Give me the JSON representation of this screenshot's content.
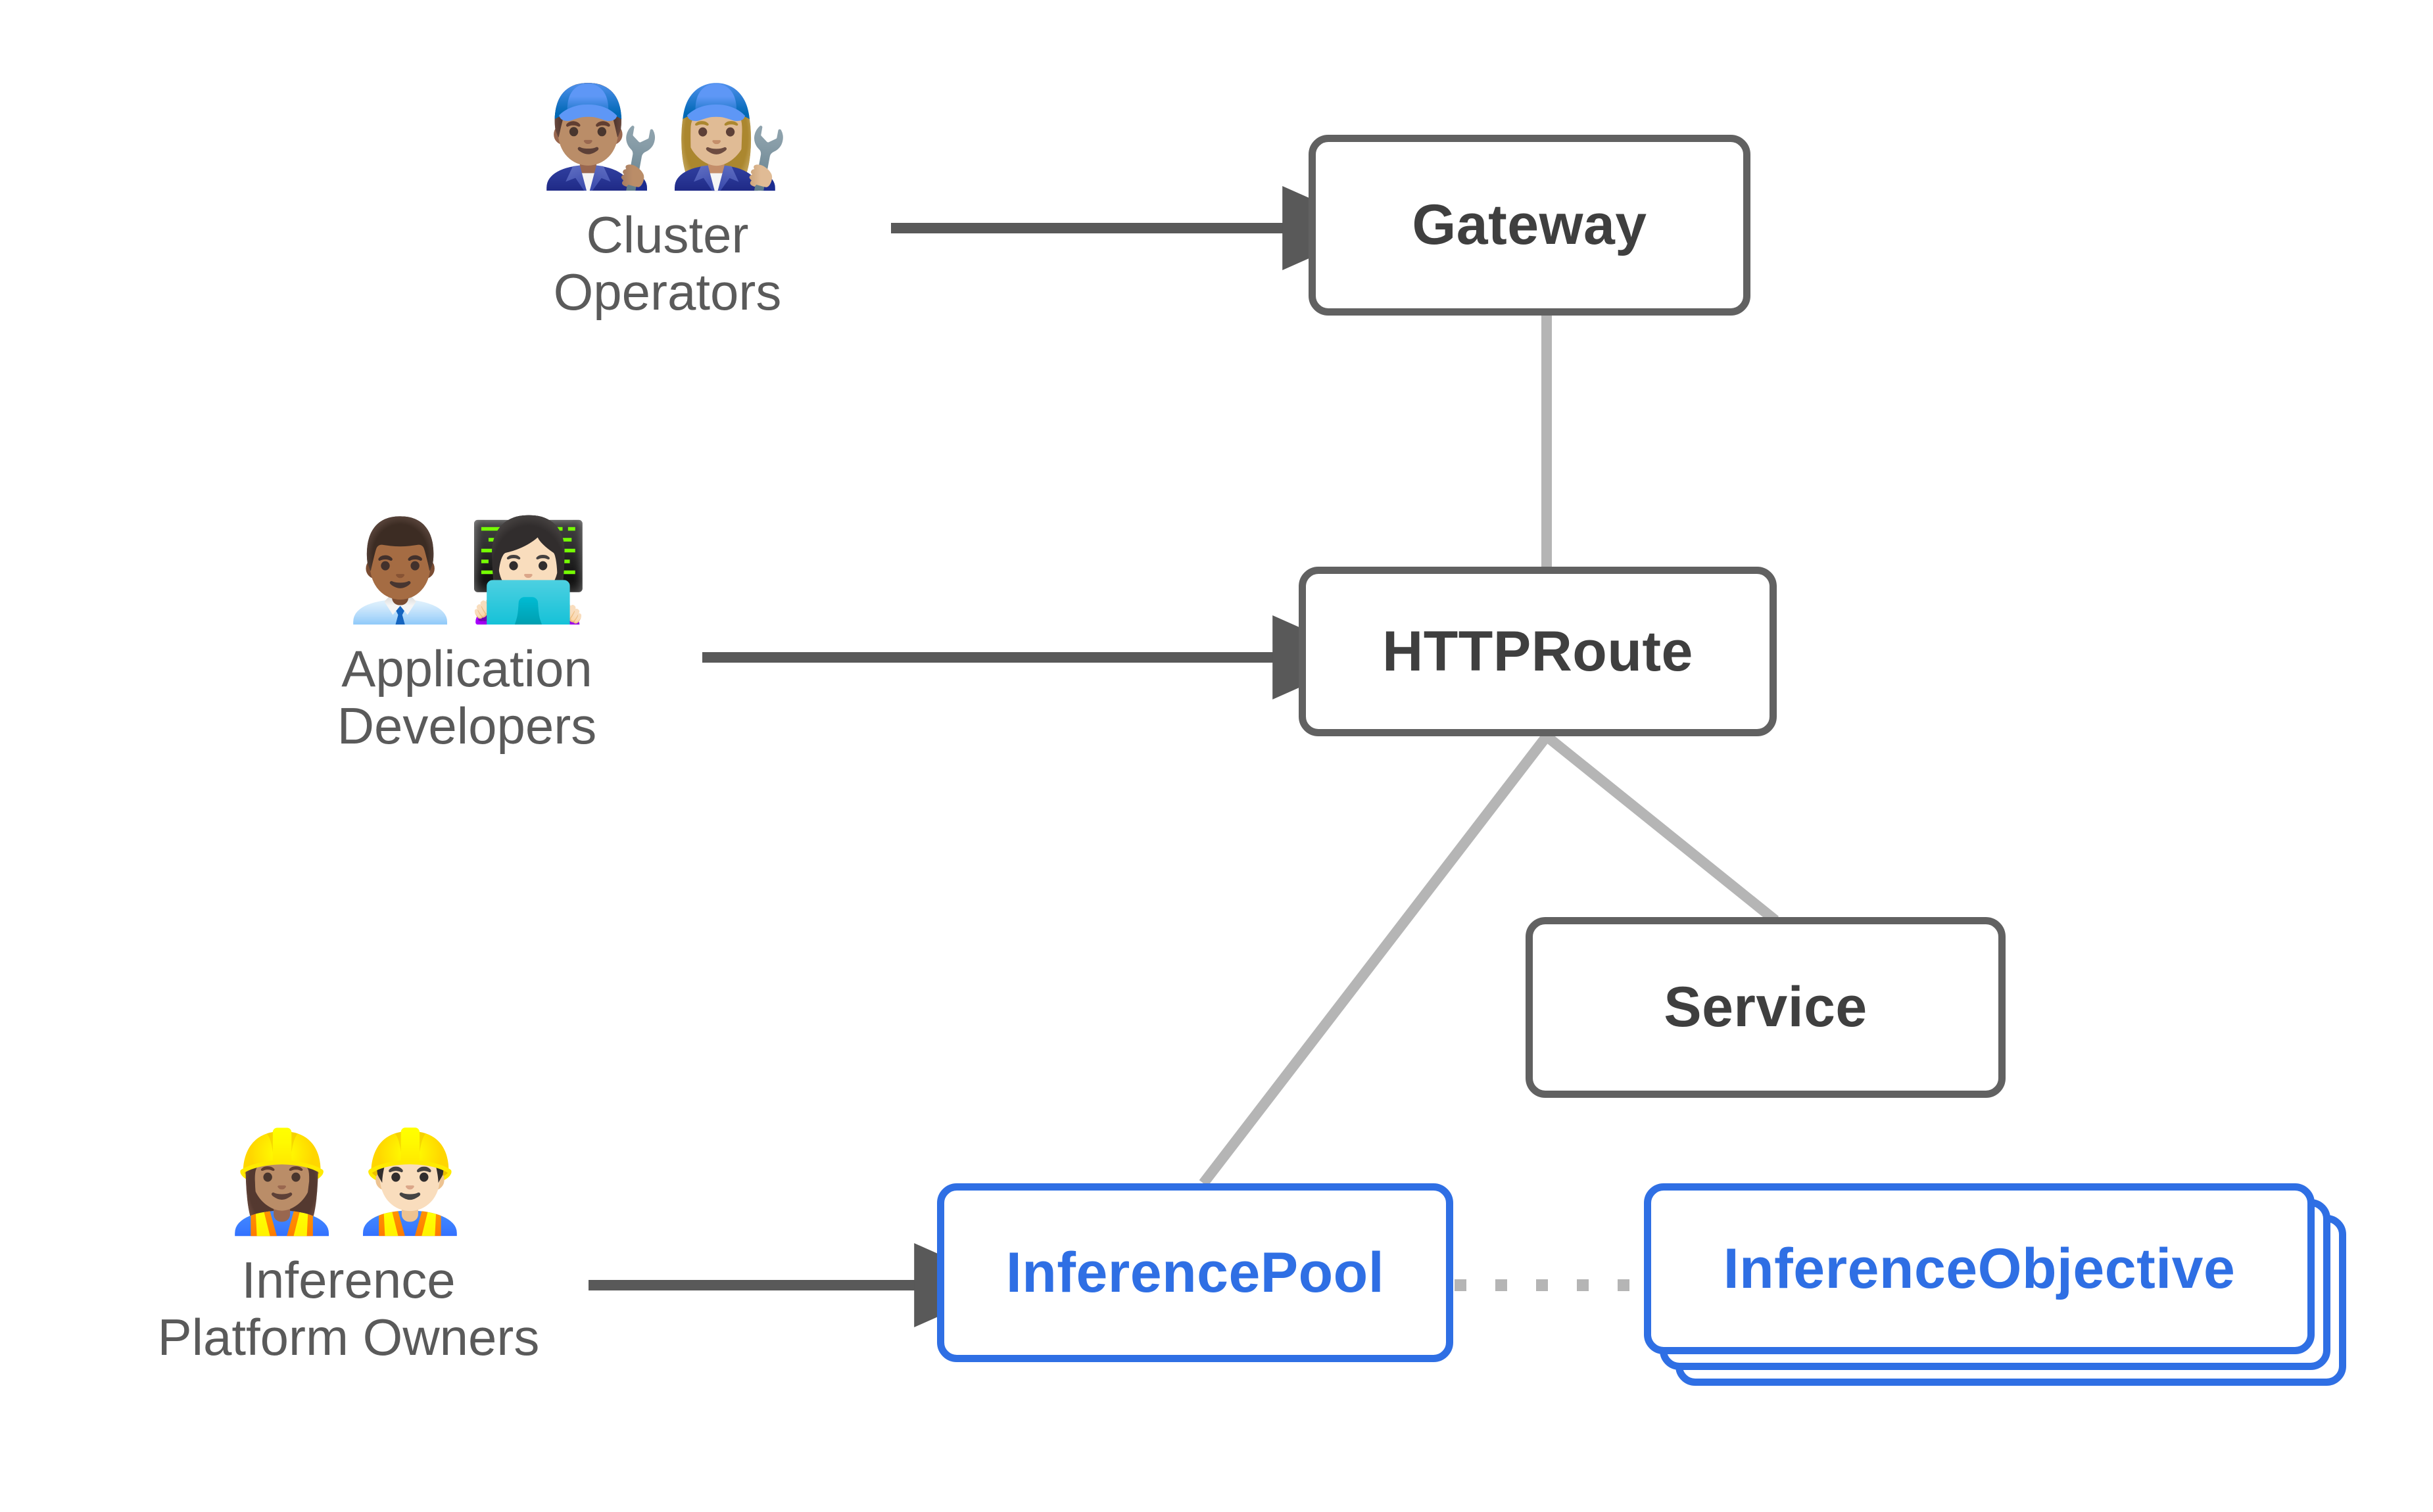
{
  "diagram": {
    "title": "Gateway API Inference Extension personas and resources",
    "background_color": "#ffffff",
    "colors": {
      "node_border_gray": "#616161",
      "node_text_gray": "#3f3f3f",
      "node_border_blue": "#2f6fe4",
      "node_text_blue": "#2f6fe4",
      "arrow": "#595959",
      "connector": "#b5b5b5",
      "dotted_connector": "#b5b5b5",
      "persona_label": "#5a5a5a"
    }
  },
  "personas": [
    {
      "id": "cluster-operators",
      "label": "Cluster\nOperators",
      "emojis": [
        "👨🏽‍🔧",
        "👩🏼‍🔧"
      ],
      "emoji_names": [
        "man-mechanic-emoji",
        "woman-mechanic-emoji"
      ]
    },
    {
      "id": "application-developers",
      "label": "Application\nDevelopers",
      "emojis": [
        "👨🏾‍💼",
        "👩🏻‍💻"
      ],
      "emoji_names": [
        "man-office-worker-emoji",
        "woman-technologist-emoji"
      ]
    },
    {
      "id": "inference-platform-owners",
      "label": "Inference\nPlatform Owners",
      "emojis": [
        "👷🏽‍♀️",
        "👷🏻‍♂️"
      ],
      "emoji_names": [
        "woman-construction-worker-emoji",
        "man-construction-worker-emoji"
      ]
    }
  ],
  "nodes": [
    {
      "id": "gateway",
      "label": "Gateway",
      "style": "gray"
    },
    {
      "id": "httproute",
      "label": "HTTPRoute",
      "style": "gray"
    },
    {
      "id": "service",
      "label": "Service",
      "style": "gray"
    },
    {
      "id": "inferencepool",
      "label": "InferencePool",
      "style": "blue"
    },
    {
      "id": "inferenceobjective",
      "label": "InferenceObjective",
      "style": "blue",
      "stacked": true,
      "stack_count": 3
    }
  ],
  "edges": [
    {
      "id": "edge-cluster-operators-gateway",
      "from": "cluster-operators",
      "to": "gateway",
      "kind": "arrow"
    },
    {
      "id": "edge-application-developers-httproute",
      "from": "application-developers",
      "to": "httproute",
      "kind": "arrow"
    },
    {
      "id": "edge-inference-platform-owners-inferencepool",
      "from": "inference-platform-owners",
      "to": "inferencepool",
      "kind": "arrow"
    },
    {
      "id": "edge-gateway-httproute",
      "from": "gateway",
      "to": "httproute",
      "kind": "line"
    },
    {
      "id": "edge-httproute-service",
      "from": "httproute",
      "to": "service",
      "kind": "line"
    },
    {
      "id": "edge-httproute-inferencepool",
      "from": "httproute",
      "to": "inferencepool",
      "kind": "line"
    },
    {
      "id": "edge-inferencepool-inferenceobjective",
      "from": "inferencepool",
      "to": "inferenceobjective",
      "kind": "dotted"
    }
  ]
}
